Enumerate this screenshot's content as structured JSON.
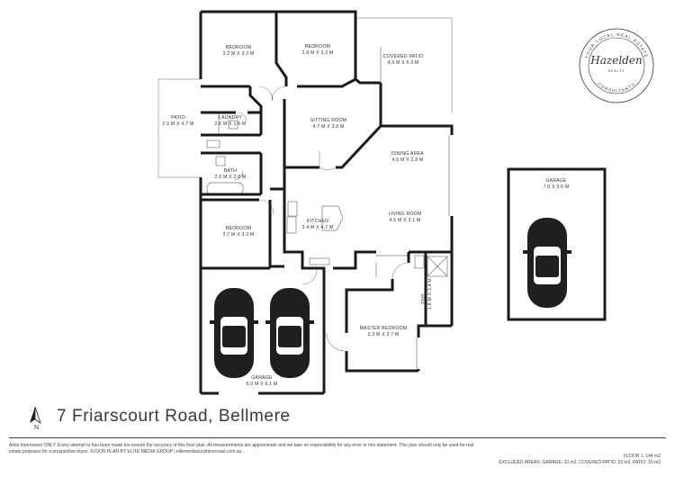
{
  "rooms": {
    "bedroom1": {
      "name": "BEDROOM",
      "dims": "3.2 M X 3.2 M"
    },
    "bedroom2": {
      "name": "BEDROOM",
      "dims": "2.9 M X 3.2 M"
    },
    "covered_patio": {
      "name": "COVERED PATIO",
      "dims": "4.9 M X 5.3 M"
    },
    "patio": {
      "name": "PATIO",
      "dims": "2.5 M X 4.7 M"
    },
    "laundry": {
      "name": "LAUNDRY",
      "dims": "2.6 M X 1.6 M"
    },
    "sitting_room": {
      "name": "SITTING ROOM",
      "dims": "4.7 M X 3.8 M"
    },
    "dining_area": {
      "name": "DINING AREA",
      "dims": "4.5 M X 2.8 M"
    },
    "bath": {
      "name": "BATH",
      "dims": "2.6 M X 2.0 M"
    },
    "bedroom3": {
      "name": "BEDROOM",
      "dims": "3.7 M X 3.3 M"
    },
    "kitchen": {
      "name": "KITCHEN",
      "dims": "3.4 M X 4.7 M"
    },
    "living_room": {
      "name": "LIVING ROOM",
      "dims": "4.5 M X 3.1 M"
    },
    "ens": {
      "name": "ENS",
      "dims": "1.8 M X 3.4 M"
    },
    "master_bedroom": {
      "name": "MASTER BEDROOM",
      "dims": "3.3 M X 3.7 M"
    },
    "garage_main": {
      "name": "GARAGE",
      "dims": "6.0 M X 6.1 M"
    },
    "garage_detached": {
      "name": "GARAGE",
      "dims": "7.0 X 3.6 M"
    }
  },
  "address": "7 Friarscourt Road, Bellmere",
  "north_label": "N",
  "disclaimer": "Artist Impression ONLY. Every attempt to has been made too ensure the accuracy of this floor plan. All measurements are approximate and we take no responsibility for any error or mis-statement. This plan should only be used for real estate purposes for a prospective buyer. FLOOR PLAN BY ELITE MEDIA GROUP | elitemediasunshinecoast.com.au",
  "areas": {
    "floor": "FLOOR 1: 144 m2",
    "excluded": "EXCLUDED AREAS: GARAGE: 32 m2, COVERED PATIO: 23 m2, PATIO: 10 m2"
  },
  "logo": {
    "script": "Hazelden",
    "small": "REALTY",
    "arc_top": "YOUR LOCAL REAL ESTATE",
    "arc_bottom": "CONSULTANTS"
  },
  "colors": {
    "wall": "#1a1a1a",
    "thin": "#777777",
    "text": "#333333"
  }
}
